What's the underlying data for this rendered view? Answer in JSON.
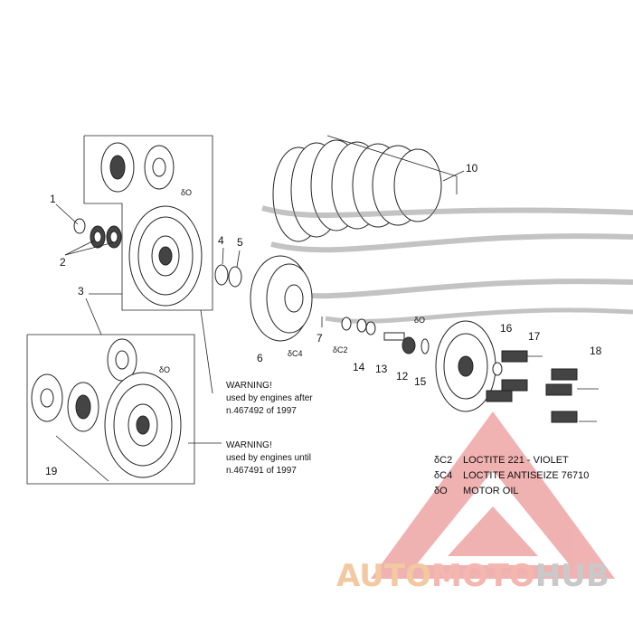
{
  "callouts": [
    "1",
    "2",
    "3",
    "4",
    "5",
    "6",
    "7",
    "10",
    "12",
    "13",
    "14",
    "15",
    "16",
    "17",
    "18",
    "19"
  ],
  "symbols": {
    "oil": "δO",
    "c2": "δC2",
    "c4": "δC4"
  },
  "warning_after": {
    "title": "WARNING!",
    "line1": "used by engines after",
    "line2": "n.467492 of 1997"
  },
  "warning_until": {
    "title": "WARNING!",
    "line1": "used by engines until",
    "line2": "n.467491 of 1997"
  },
  "legend": [
    {
      "symbol": "δC2",
      "text": "LOCTITE 221 - VIOLET"
    },
    {
      "symbol": "δC4",
      "text": "LOCTITE ANTISEIZE 76710"
    },
    {
      "symbol": "δO",
      "text": "MOTOR OIL"
    }
  ],
  "watermark": {
    "part1": "AUTO",
    "part2": "MOTO",
    "part3": "HUB",
    "color_auto": "#f2c9a0",
    "color_moto": "#f4b7b0",
    "color_hub": "#c9c9c9",
    "triangle_color": "#e57373"
  }
}
